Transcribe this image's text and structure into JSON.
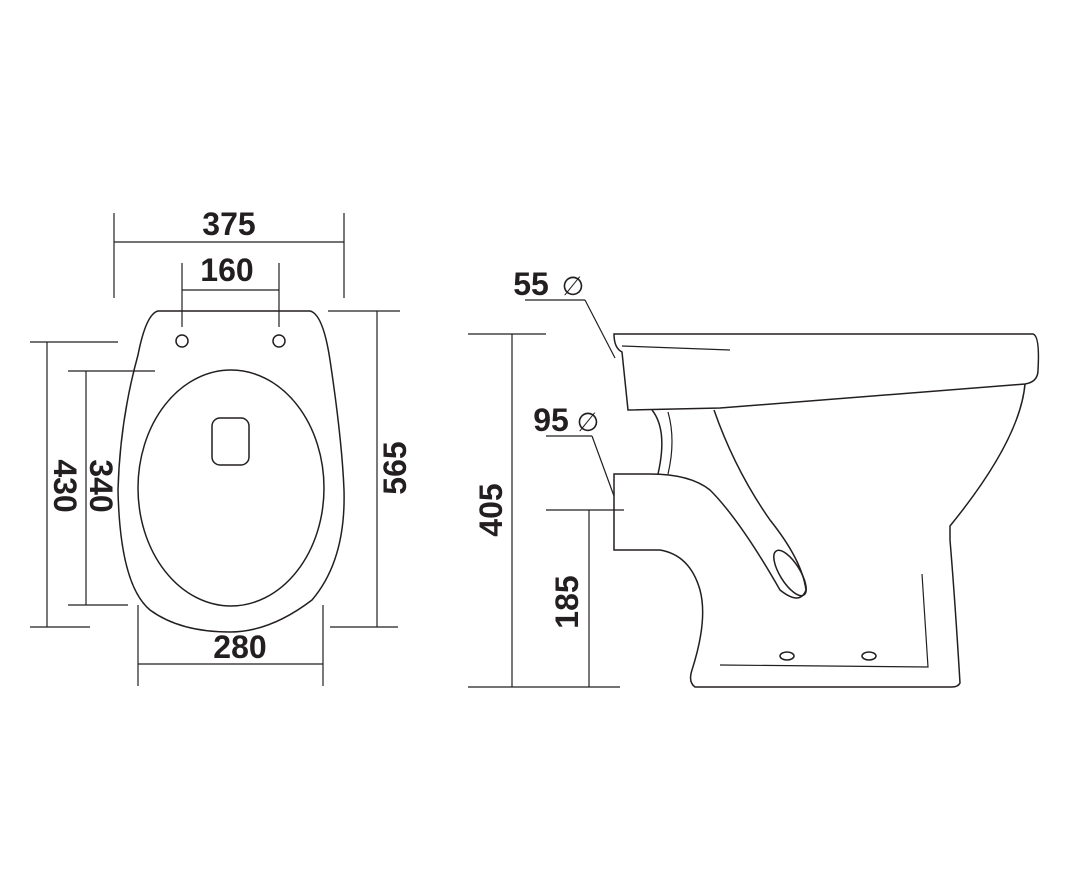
{
  "top_view": {
    "dim_overall_width": "375",
    "dim_hinge_spacing": "160",
    "dim_bottom_width": "280",
    "dim_length_430": "430",
    "dim_length_340": "340",
    "dim_length_565": "565"
  },
  "side_view": {
    "dim_inlet_diameter": "55",
    "dim_outlet_diameter": "95",
    "dim_height": "405",
    "dim_outlet_height": "185",
    "diameter_symbol": "∅"
  },
  "colors": {
    "line": "#231f20",
    "background": "#ffffff"
  }
}
